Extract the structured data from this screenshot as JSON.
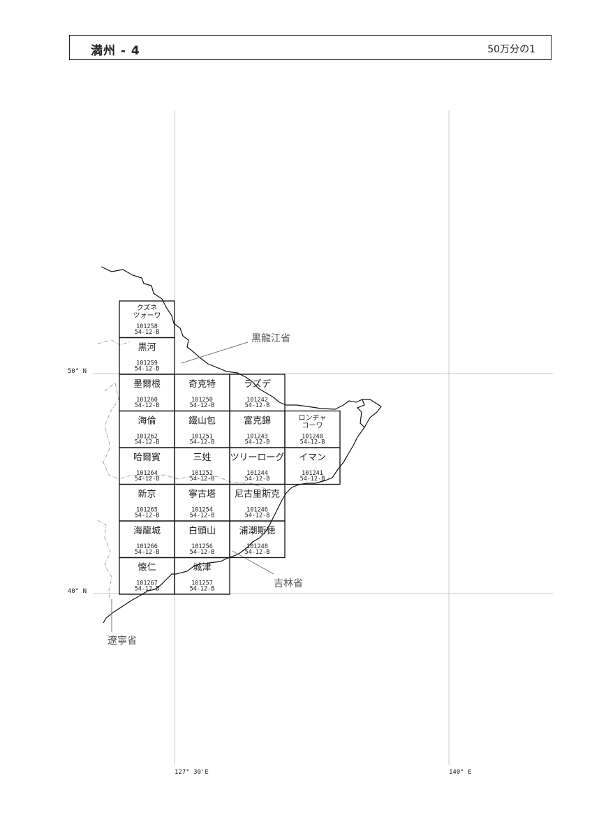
{
  "header": {
    "title": "満州 - 4",
    "scale": "50万分の1"
  },
  "axes": {
    "lat_50": "50° N",
    "lat_40": "40° N",
    "lon_127": "127° 30'E",
    "lon_140": "140° E"
  },
  "regions": {
    "heilongjiang": "黒龍江省",
    "jilin": "吉林省",
    "liaoning": "遼寧省"
  },
  "sheets": [
    {
      "col": 0,
      "row": 0,
      "name": [
        "クズネ",
        "ツォーワ"
      ],
      "number": "101258",
      "series": "54-12-B"
    },
    {
      "col": 0,
      "row": 1,
      "name": [
        "黒河"
      ],
      "number": "101259",
      "series": "54-12-B"
    },
    {
      "col": 0,
      "row": 2,
      "name": [
        "墨爾根"
      ],
      "number": "101260",
      "series": "54-12-B"
    },
    {
      "col": 1,
      "row": 2,
      "name": [
        "奇克特"
      ],
      "number": "101250",
      "series": "54-12-B"
    },
    {
      "col": 2,
      "row": 2,
      "name": [
        "ラズデ"
      ],
      "number": "101242",
      "series": "54-12-B"
    },
    {
      "col": 0,
      "row": 3,
      "name": [
        "海倫"
      ],
      "number": "101262",
      "series": "54-12-B"
    },
    {
      "col": 1,
      "row": 3,
      "name": [
        "鐵山包"
      ],
      "number": "101251",
      "series": "54-12-B"
    },
    {
      "col": 2,
      "row": 3,
      "name": [
        "富克錦"
      ],
      "number": "101243",
      "series": "54-12-B"
    },
    {
      "col": 3,
      "row": 3,
      "name": [
        "ロンヂャ",
        "コーワ"
      ],
      "number": "101240",
      "series": "54-12-B"
    },
    {
      "col": 0,
      "row": 4,
      "name": [
        "哈爾賓"
      ],
      "number": "101264",
      "series": "54-12-B"
    },
    {
      "col": 1,
      "row": 4,
      "name": [
        "三姓"
      ],
      "number": "101252",
      "series": "54-12-B"
    },
    {
      "col": 2,
      "row": 4,
      "name": [
        "ツリーローグ"
      ],
      "number": "101244",
      "series": "54-12-B"
    },
    {
      "col": 3,
      "row": 4,
      "name": [
        "イマン"
      ],
      "number": "101241",
      "series": "54-12-B"
    },
    {
      "col": 0,
      "row": 5,
      "name": [
        "新京"
      ],
      "number": "101265",
      "series": "54-12-B"
    },
    {
      "col": 1,
      "row": 5,
      "name": [
        "寧古塔"
      ],
      "number": "101254",
      "series": "54-12-B"
    },
    {
      "col": 2,
      "row": 5,
      "name": [
        "尼古里斯克"
      ],
      "number": "101246",
      "series": "54-12-B"
    },
    {
      "col": 0,
      "row": 6,
      "name": [
        "海龍城"
      ],
      "number": "101266",
      "series": "54-12-B"
    },
    {
      "col": 1,
      "row": 6,
      "name": [
        "白頭山"
      ],
      "number": "101256",
      "series": "54-12-B"
    },
    {
      "col": 2,
      "row": 6,
      "name": [
        "浦潮斯徳"
      ],
      "number": "101248",
      "series": "54-12-B"
    },
    {
      "col": 0,
      "row": 7,
      "name": [
        "懐仁"
      ],
      "number": "101267",
      "series": "54-12-B"
    },
    {
      "col": 1,
      "row": 7,
      "name": [
        "城津"
      ],
      "number": "101257",
      "series": "54-12-B"
    }
  ]
}
